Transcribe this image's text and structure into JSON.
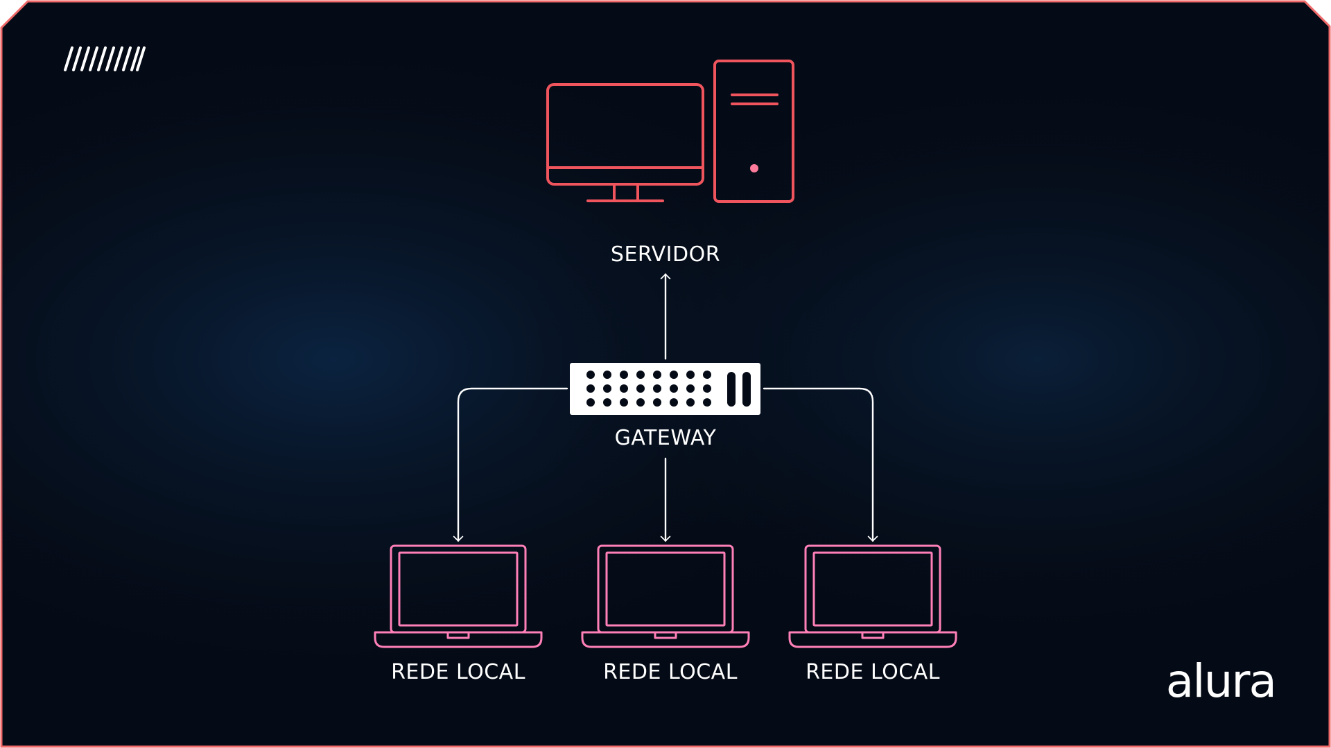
{
  "colors": {
    "panel_bg": "#050b16",
    "panel_glow": "#0b2340",
    "border": "#f06a6a",
    "server_stroke": "#f0555e",
    "server_light": "#ff7b9c",
    "laptop_stroke": "#ff80b8",
    "arrow": "#ffffff",
    "gateway_fill": "#ffffff",
    "gateway_holes": "#050b16"
  },
  "decor": {
    "stripes_icon": "diagonal-stripes-icon"
  },
  "nodes": {
    "server": {
      "label": "SERVIDOR",
      "icon": "desktop-computer-icon"
    },
    "gateway": {
      "label": "GATEWAY",
      "icon": "network-switch-icon"
    },
    "laptops": [
      {
        "label": "REDE LOCAL",
        "icon": "laptop-icon"
      },
      {
        "label": "REDE LOCAL",
        "icon": "laptop-icon"
      },
      {
        "label": "REDE LOCAL",
        "icon": "laptop-icon"
      }
    ]
  },
  "logo": {
    "text": "alura"
  }
}
